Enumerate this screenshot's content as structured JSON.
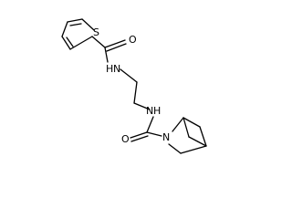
{
  "molecule": {
    "atom_labels": {
      "sulfur": "S",
      "carbonyl_oxygen_top": "O",
      "amide_nitrogen_top": "N",
      "amide_hydrogen_top": "H",
      "amide_nitrogen_bottom": "N",
      "amide_hydrogen_bottom": "H",
      "carbonyl_oxygen_bottom": "O",
      "ring_nitrogen": "N"
    }
  }
}
